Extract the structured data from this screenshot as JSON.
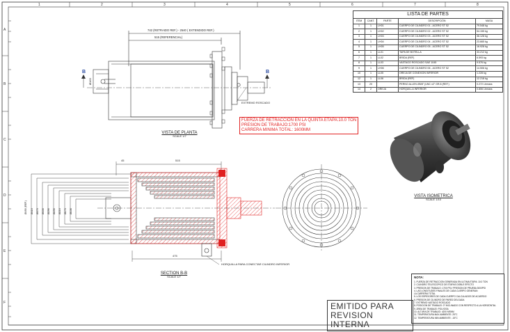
{
  "border": {
    "top_zones": [
      "1",
      "2",
      "3",
      "4",
      "5",
      "6",
      "7",
      "8"
    ],
    "side_zones": [
      "A",
      "B",
      "C",
      "D",
      "E",
      "F"
    ]
  },
  "parts_list": {
    "title": "LISTA DE PARTES",
    "headers": [
      "ITEM",
      "CANT.",
      "PARTE",
      "DESCRIPCIÓN",
      "MASA"
    ],
    "rows": [
      [
        "1",
        "1",
        "LH01",
        "CUERPO DE CILINDRO 01 - ACERO ST 52",
        "79.548 kg"
      ],
      [
        "2",
        "1",
        "LH02",
        "CUERPO DE CILINDRO 02 - ACERO ST 52",
        "54.155 kg"
      ],
      [
        "3",
        "1",
        "LH03",
        "CUERPO DE CILINDRO 03 - ACERO ST 52",
        "36.128 kg"
      ],
      [
        "4",
        "1",
        "LH04",
        "CUERPO DE CILINDRO 04 - ACERO ST 52",
        "23.665 kg"
      ],
      [
        "5",
        "1",
        "LH05",
        "CUERPO DE CILINDRO 05 - ACERO ST 52",
        "16.928 kg"
      ],
      [
        "6",
        "1",
        "LL01",
        "TAPA DE BOTELLA",
        "33.212 kg"
      ],
      [
        "7",
        "1",
        "LL02",
        "BRIDA (REF)",
        "6.593 kg"
      ],
      [
        "8",
        "1",
        "LL03",
        "VASTAGO ROSCADO SAE 1045",
        "9.576 kg"
      ],
      [
        "9",
        "1",
        "LH06",
        "CUERPO DE CILINDRO 06 - ACERO ST 52",
        "14.506 kg"
      ],
      [
        "10",
        "1",
        "LL05",
        "OREJA DE CONEXION INFERIOR",
        "1.228 kg"
      ],
      [
        "12",
        "1",
        "LL06",
        "BRIDA (REF)",
        "12.218 kg"
      ],
      [
        "13",
        "20",
        "",
        "PERNO ALLEN Ø5/8\" (UNC x2\" GR.8 (REF.)",
        "0.272 Lbmass"
      ],
      [
        "14",
        "2",
        "OREJA",
        "HORQUILLA INFERIOR",
        "0.806 Lbmass"
      ]
    ]
  },
  "views": {
    "plan_title": "VISTA DE PLANTA",
    "plan_scale": "SCALE 1/7",
    "section_title": "SECTION B-B",
    "section_scale": "SCALE 1/7",
    "iso_title": "VISTA ISOMETRICA",
    "iso_scale": "SCALE 1/10"
  },
  "dimensions": {
    "overall": "742 (RETRAIDO REF.) - 2540 ( EXTENDIDO REF.)",
    "ref": "515 (REFERENCIAL)",
    "small": "Ø163",
    "section_top_left": "45",
    "section_top_right": "515",
    "section_bottom": "475",
    "diameters": [
      "Ø108",
      "Ø176",
      "Ø216",
      "Ø256",
      "Ø296",
      "Ø336",
      "Ø376",
      "Ø416"
    ],
    "outer": "Ø490 (REF.)"
  },
  "section_markers": [
    "B",
    "B"
  ],
  "callouts": {
    "threaded_end": "EXTREMO ROSCADO",
    "fork": "HORQUILLA PARA CONECTAR CILINDRO INFERIOR"
  },
  "red_note": [
    "FUERZA DE RETRACCION EN LA QUINTA ETAPA:10.0 TON",
    "PRESION DE TRABAJO:1700 PSI",
    "CARRERA MINIMA TOTAL: 1600MM"
  ],
  "notes": {
    "title": "NOTA:",
    "items": [
      "1. FUERZA DE RETRACCION GENERADA EN ULTIMA ETAPA: 10.0 TON",
      "2. CILINDRO TELESCOPICO DE ETAPAS DOBLE EFECTO",
      "3. PRESION DE TRABAJO: 1700 PSI / PRESION DE PRUEBA 3000PSI",
      "4. LAS LONGITUDES FINALES DE CADA CUERPO GENERAN",
      "   LA CARRERA TOTAL",
      "5. LOS ESPESORES DE CADA CUERPO CALCULADOS DE ACUERDO",
      "6. PRESION DE CILINDRO DE PARED DELGADA",
      "7. EXTREMO VASTAGO ROSCADO",
      "8. POSICION DE TRABAJO: 0° INCLINADO CON RESPECTO A LA HORIZONTAL",
      "9. ÁREA DE TRABAJO: POLVOSA",
      "10. ALTURA DE TRABAJO: 4200 MSNM",
      "11. TEMPERATURA MAX AMBIENTE: 25°C",
      "12. TEMPERATURA MIN AMBIENTE: -15°C"
    ]
  },
  "stamp": {
    "line1": "EMITIDO PARA",
    "line2": "REVISION INTERNA"
  },
  "colors": {
    "line": "#333333",
    "red": "#e02020",
    "hatch": "#e02020"
  }
}
